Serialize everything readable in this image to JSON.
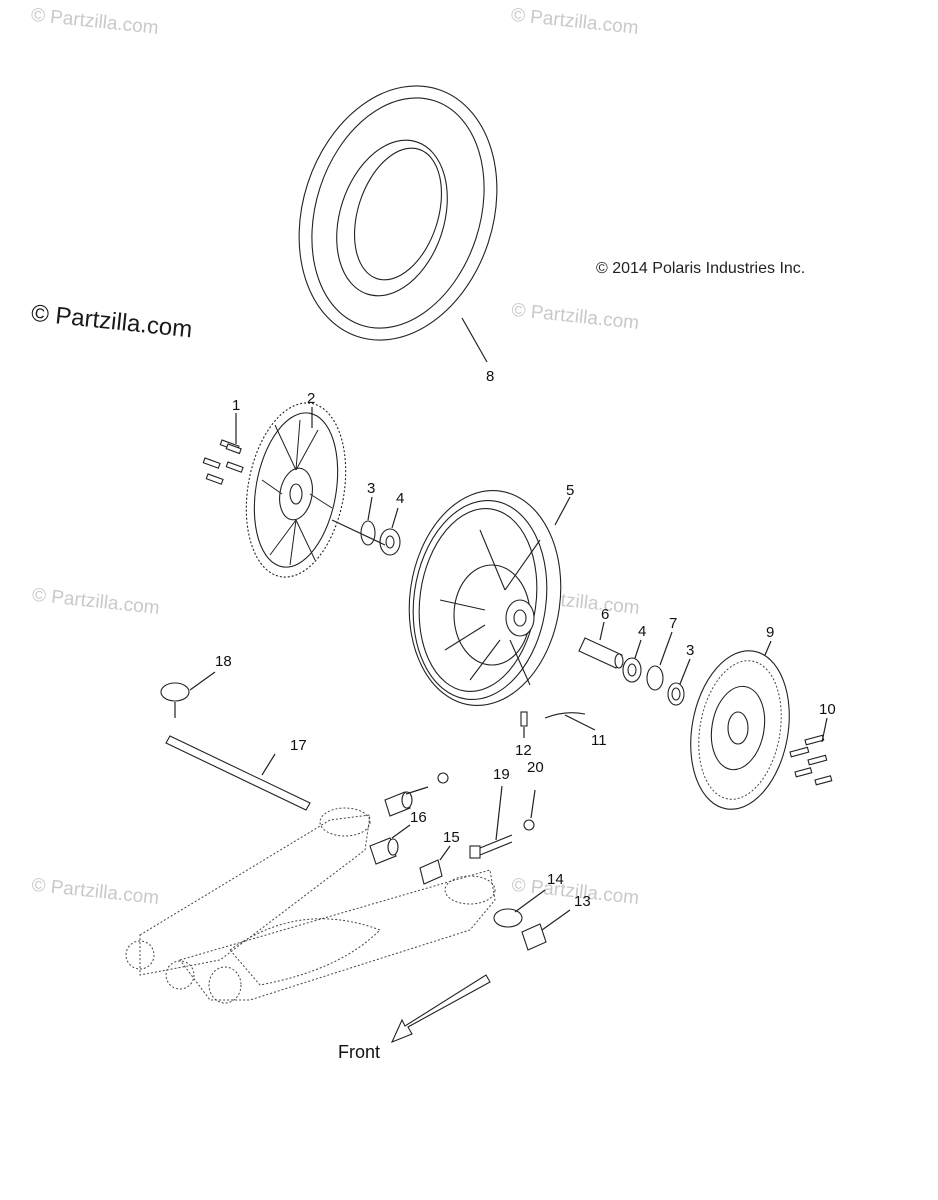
{
  "watermark_text": "© Partzilla.com",
  "copyright": "© 2014 Polaris Industries Inc.",
  "direction_label": "Front",
  "callouts": [
    "1",
    "2",
    "3",
    "4",
    "5",
    "6",
    "4",
    "7",
    "3",
    "8",
    "9",
    "10",
    "11",
    "12",
    "13",
    "14",
    "15",
    "16",
    "17",
    "18",
    "19",
    "20"
  ]
}
